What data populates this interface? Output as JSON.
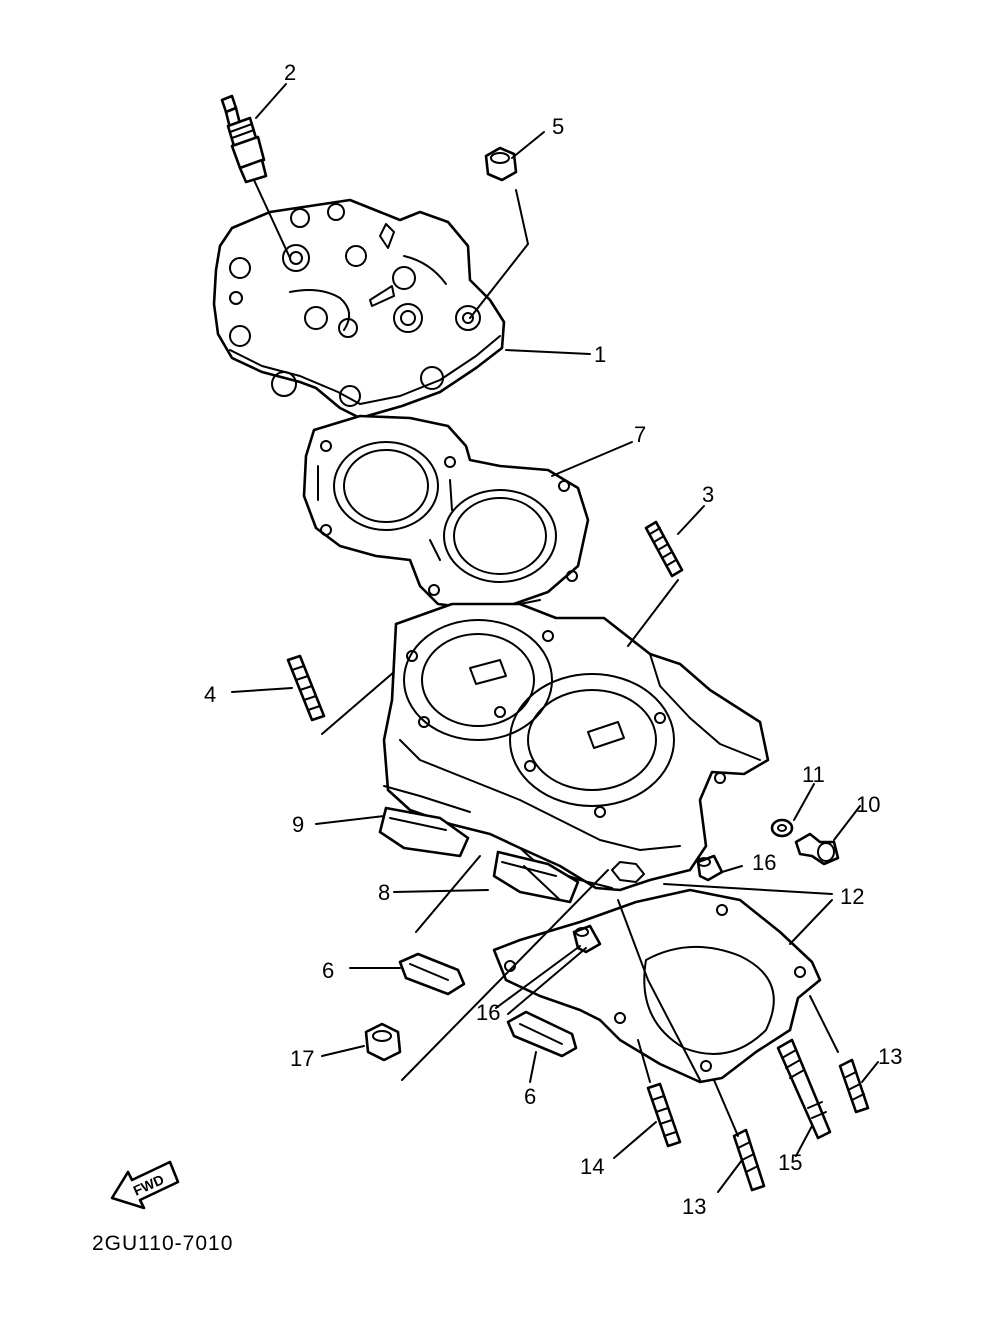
{
  "diagram_code": "2GU110-7010",
  "fwd_label": "FWD",
  "callouts": {
    "c1": "1",
    "c2": "2",
    "c3": "3",
    "c4": "4",
    "c5": "5",
    "c6a": "6",
    "c6b": "6",
    "c7": "7",
    "c8": "8",
    "c9": "9",
    "c10": "10",
    "c11": "11",
    "c12": "12",
    "c13a": "13",
    "c13b": "13",
    "c14": "14",
    "c15": "15",
    "c16a": "16",
    "c16b": "16",
    "c17": "17"
  },
  "colors": {
    "ink": "#000000",
    "paper": "#ffffff"
  }
}
